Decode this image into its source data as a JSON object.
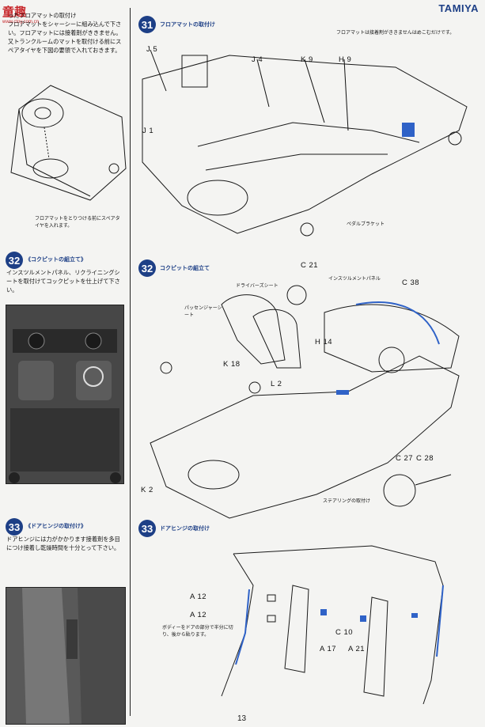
{
  "header": {
    "brand": "TAMIYA",
    "watermark_top": "童趣",
    "watermark_bottom": "www.ctoy.com.cn"
  },
  "left_column": {
    "intro_text": "ったフロアマットの取付け\nフロアマットをシャーシーに組み込んで下さい。フロアマットには接着剤がききません。又トランクルームのマットを取付ける前にスペアタイヤを下図の要領で入れておきます。",
    "spare_caption": "フロアマットをとりつける前にスペアタイヤを入れます。",
    "step32": {
      "number": "32",
      "title": "《コクピットの組立て》",
      "text": "インスツルメントパネル、リクライニングシートを取付けてコックピットを仕上げて下さい。"
    },
    "step33": {
      "number": "33",
      "title": "《ドアヒンジの取付け》",
      "text": "ドアヒンジには力がかかります接着剤を多目につけ接着し乾燥時間を十分とって下さい。"
    }
  },
  "right_column": {
    "step31": {
      "number": "31",
      "title": "フロアマットの取付け",
      "note": "フロアマットは接着剤がききませんはめこむだけです。",
      "parts": [
        "J 5",
        "J 4",
        "K 9",
        "H 9",
        "J 1"
      ],
      "pedal_label": "ペダルブラケット"
    },
    "step32": {
      "number": "32",
      "title": "コクピットの組立て",
      "parts": [
        "C 21",
        "C 38",
        "H 14",
        "K 18",
        "L 2",
        "K 2",
        "C 27",
        "C 28"
      ],
      "driver_seat": "ドライバーズシート",
      "instrument_panel": "インスツルメントパネル",
      "passenger_seat": "パッセンジャーシート",
      "steering_label": "ステアリングの取付け"
    },
    "step33": {
      "number": "33",
      "title": "ドアヒンジの取付け",
      "parts": [
        "A 12",
        "A 12",
        "C 10",
        "A 17",
        "A 21"
      ],
      "body_note": "ボディーをドアの部分で半分に切り、後から貼ります。"
    }
  },
  "footer": {
    "page_number": "13"
  }
}
